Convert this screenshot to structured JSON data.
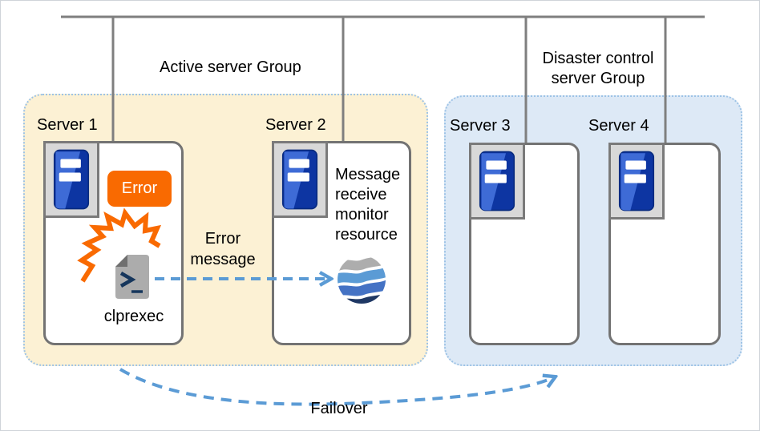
{
  "groups": {
    "active": {
      "label": "Active server Group"
    },
    "disaster": {
      "label": "Disaster control server Group"
    }
  },
  "servers": [
    {
      "name": "Server 1"
    },
    {
      "name": "Server 2"
    },
    {
      "name": "Server 3"
    },
    {
      "name": "Server 4"
    }
  ],
  "server1": {
    "error_badge": "Error",
    "command_label": "clprexec"
  },
  "server2": {
    "resource_label": "Message receive monitor resource"
  },
  "flows": {
    "error_message": "Error message",
    "failover": "Failover"
  },
  "colors": {
    "active_group_fill": "#FCF1D4",
    "disaster_group_fill": "#DDE9F6",
    "group_dotted_border": "#9DC3E6",
    "connector_gray": "#7F7F7F",
    "arrow_blue": "#5B9BD5",
    "error_orange": "#F96A01",
    "server_icon_blue": "#0D35A2",
    "server_icon_highlight": "#3E6BD6",
    "globe_gray": "#ADADAD",
    "globe_light_blue": "#5B9BD5",
    "globe_royal_blue": "#4472C4",
    "globe_navy": "#1F3864"
  },
  "icons": {
    "server": "server-tower-icon",
    "error_spark": "error-spark-icon",
    "command_file": "command-file-icon",
    "monitor_resource": "globe-wave-icon"
  }
}
